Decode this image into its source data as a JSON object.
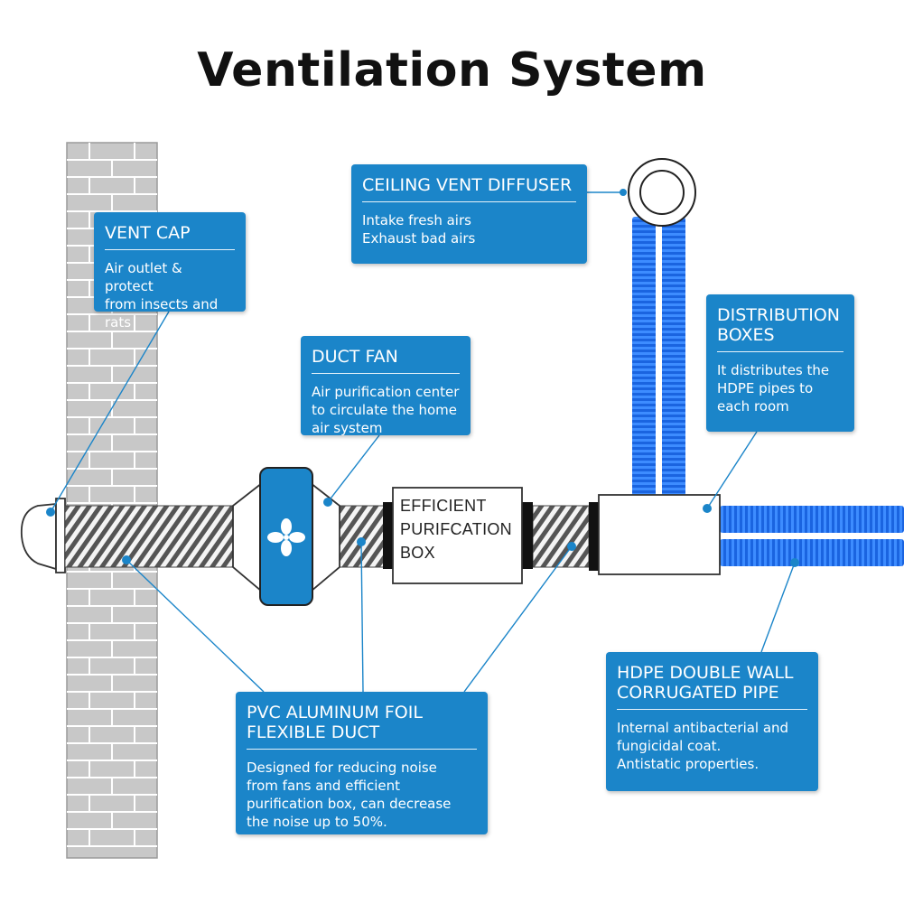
{
  "title": "Ventilation System",
  "purification_box_label": "EFFICIENT\nPURIFCATION\nBOX",
  "callouts": {
    "vent_cap": {
      "heading": "VENT CAP",
      "body": "Air outlet  & protect\nfrom insects and rats"
    },
    "ceiling_vent_diffuser": {
      "heading": "CEILING VENT DIFFUSER",
      "body": "Intake fresh airs\nExhaust bad airs"
    },
    "duct_fan": {
      "heading": "DUCT FAN",
      "body": "Air purification center\nto circulate the home\nair system"
    },
    "distribution_boxes": {
      "heading": "DISTRIBUTION\nBOXES",
      "body": "It distributes the\nHDPE pipes to\neach room"
    },
    "pvc_duct": {
      "heading": "PVC ALUMINUM FOIL\nFLEXIBLE DUCT",
      "body": "Designed for reducing noise\nfrom fans and efficient\npurification box, can decrease\nthe noise up to 50%."
    },
    "hdpe_pipe": {
      "heading": "HDPE DOUBLE WALL\nCORRUGATED PIPE",
      "body": "Internal antibacterial and\nfungicidal coat.\nAntistatic properties."
    }
  },
  "colors": {
    "callout_blue": "#1b85c9",
    "pipe_blue": "#1e6ff0",
    "wall_gray": "#c9c9c9"
  }
}
